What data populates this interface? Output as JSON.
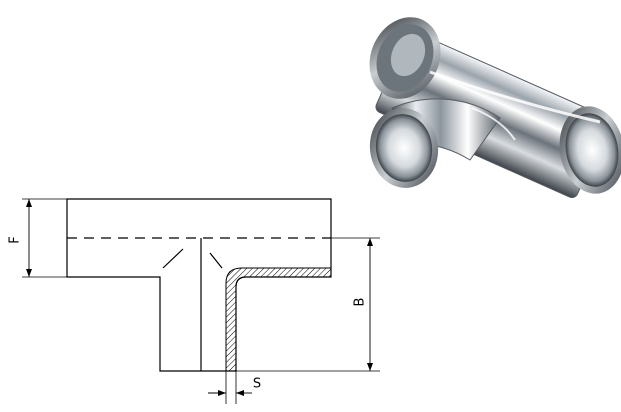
{
  "diagram": {
    "dimensions": {
      "F": "F",
      "B": "B",
      "S": "S"
    },
    "colors": {
      "line": "#000000",
      "hatch": "#000000",
      "background": "#ffffff",
      "steel_highlight": "#ffffff",
      "steel_mid": "#b9c0c6",
      "steel_dark": "#3a3f44"
    },
    "photo": {
      "subject": "polished-stainless-steel-tee"
    }
  }
}
